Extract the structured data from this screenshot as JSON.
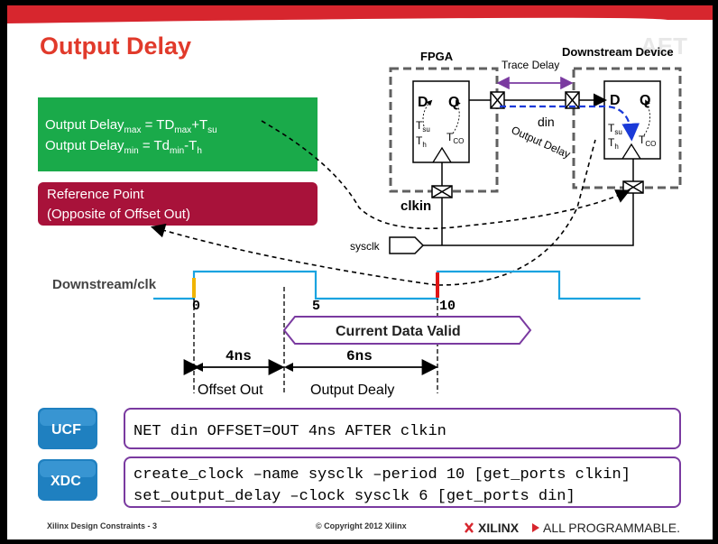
{
  "slide": {
    "title": "Output Delay",
    "watermark": "AET",
    "footer_left": "Xilinx Design Constraints  - 3",
    "footer_center": "© Copyright 2012 Xilinx",
    "footer_brand": "XILINX",
    "footer_tagline": "ALL PROGRAMMABLE."
  },
  "equations": {
    "line1": {
      "label": "Output Delay",
      "sub1": "max",
      "eq": " = TD",
      "sub2": "max",
      "plus": "+T",
      "sub3": "su"
    },
    "line2": {
      "label": "Output Delay",
      "sub1": "min",
      "eq": " = Td",
      "sub2": "min",
      "minus": "-T",
      "sub3": "h"
    }
  },
  "reference_box": {
    "line1": "Reference Point",
    "line2": "(Opposite of Offset Out)"
  },
  "circuit": {
    "fpga_label": "FPGA",
    "downstream_label": "Downstream Device",
    "trace_delay_label": "Trace Delay",
    "output_delay_label": "Output Delay",
    "din_label": "din",
    "clkin_label": "clkin",
    "sysclk_label": "sysclk",
    "ff_d": "D",
    "ff_q": "Q",
    "t_su": "T",
    "t_su_sub": "su",
    "t_h": "T",
    "t_h_sub": "h",
    "t_co": "T",
    "t_co_sub": "CO"
  },
  "timing": {
    "clock_label": "Downstream/clk",
    "tick_0": "0",
    "tick_5": "5",
    "tick_10": "10",
    "data_valid_label": "Current Data Valid",
    "offset_value": "4ns",
    "output_value": "6ns",
    "offset_label": "Offset Out",
    "output_label": "Output Dealy"
  },
  "constraints": [
    {
      "tag": "UCF",
      "lines": [
        "NET din OFFSET=OUT 4ns AFTER clkin"
      ]
    },
    {
      "tag": "XDC",
      "lines": [
        "create_clock –name sysclk –period 10 [get_ports clkin]",
        "set_output_delay –clock sysclk 6 [get_ports din]"
      ]
    }
  ],
  "colors": {
    "title_red": "#e13a2b",
    "green_box": "#1aaa4a",
    "maroon_box": "#a8123a",
    "clock_blue": "#1aa3e0",
    "tag_blue": "#1f80c0",
    "frame_purple": "#7a3aa0",
    "dashed_blue": "#1a3ad8",
    "top_band": "#d7262e"
  }
}
